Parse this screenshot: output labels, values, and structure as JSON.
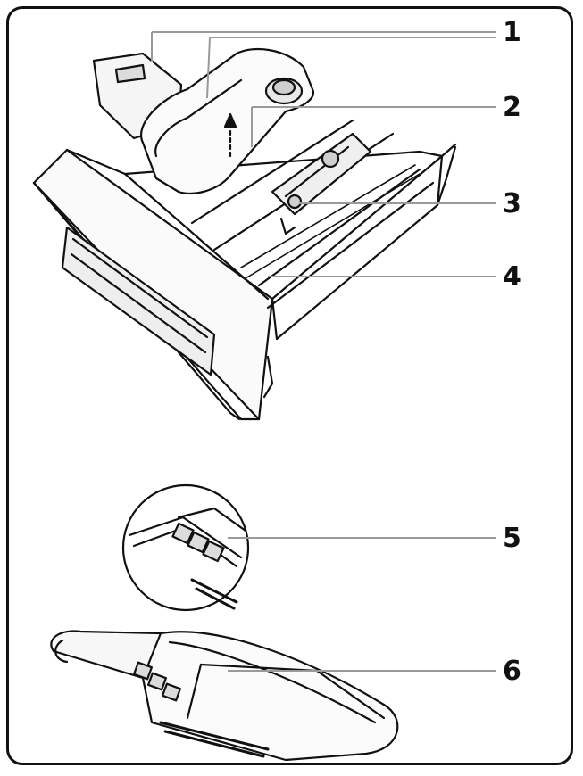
{
  "callouts": [
    {
      "id": "1",
      "label": "1"
    },
    {
      "id": "2",
      "label": "2"
    },
    {
      "id": "3",
      "label": "3"
    },
    {
      "id": "4",
      "label": "4"
    },
    {
      "id": "5",
      "label": "5"
    },
    {
      "id": "6",
      "label": "6"
    }
  ],
  "colors": {
    "ink": "#111111",
    "leader": "#9a9a9a",
    "shade": "#d9d9d9"
  }
}
